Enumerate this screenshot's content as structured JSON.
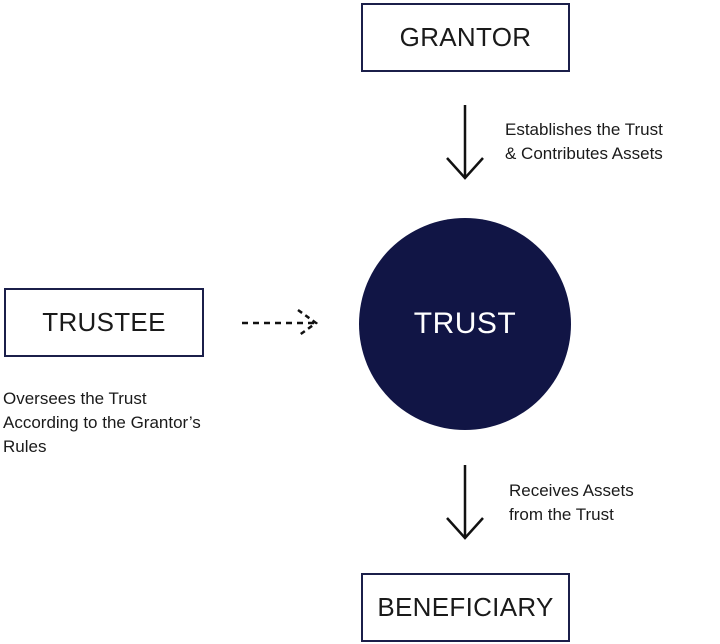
{
  "nodes": {
    "grantor": "GRANTOR",
    "trust": "TRUST",
    "trustee": "TRUSTEE",
    "beneficiary": "BENEFICIARY"
  },
  "edges": {
    "grantor_to_trust": [
      "Establishes the Trust",
      "& Contributes Assets"
    ],
    "trust_to_beneficiary": [
      "Receives Assets",
      "from the Trust"
    ],
    "trustee_to_trust": [
      "Oversees the Trust",
      "According to the Grantor’s",
      "Rules"
    ]
  },
  "colors": {
    "trust_fill": "#111545",
    "box_border": "#1b1f4a",
    "arrow": "#111111"
  }
}
